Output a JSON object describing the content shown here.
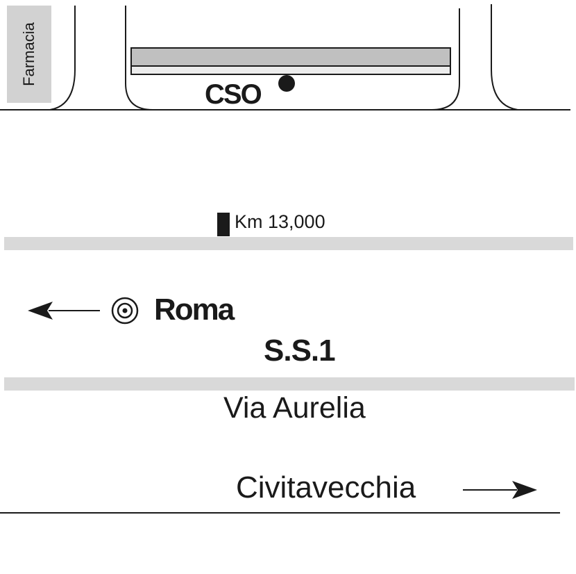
{
  "labels": {
    "pharmacy": "Farmacia",
    "station": "CSO",
    "kilometer": "Km 13,000",
    "destination_left": "Roma",
    "road_number": "S.S.1",
    "street_name": "Via Aurelia",
    "destination_right": "Civitavecchia"
  },
  "colors": {
    "line": "#1a1a1a",
    "road_band": "#d9d9d9",
    "canopy": "#c0c0c0",
    "canopy_light": "#ececec",
    "pharmacy_block": "#d2d2d2"
  },
  "icons": {
    "left_arrow": "arrow-left-icon",
    "right_arrow": "arrow-right-icon",
    "city_marker": "bullseye-icon",
    "station_marker": "filled-circle-icon",
    "km_marker": "km-post-icon"
  }
}
